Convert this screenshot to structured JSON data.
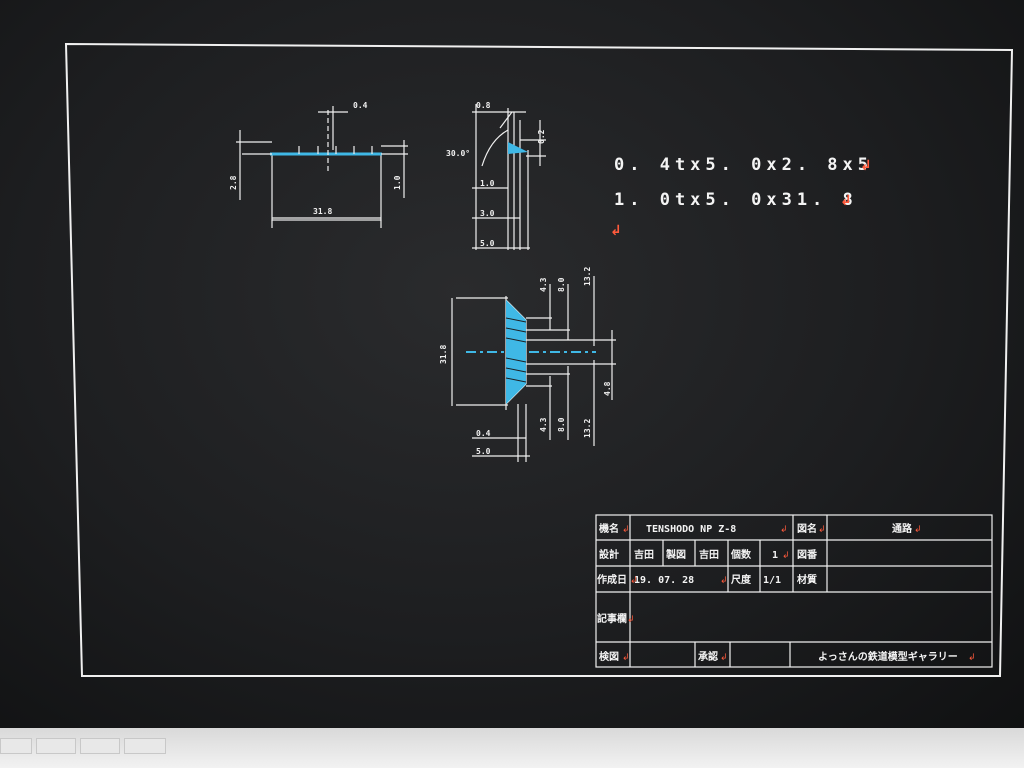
{
  "dimensions": {
    "front_top": "0.4",
    "front_left": "2.8",
    "front_right": "1.0",
    "front_bottom": "31.8",
    "side_top": "0.8",
    "side_top_right": "0.2",
    "side_angle": "30.0°",
    "side_d1": "1.0",
    "side_d2": "3.0",
    "side_d3": "5.0",
    "plan_top1": "4.3",
    "plan_top2": "8.0",
    "plan_top3": "13.2",
    "plan_left": "31.8",
    "plan_right": "4.8",
    "plan_bot1": "4.3",
    "plan_bot2": "8.0",
    "plan_bot3": "13.2",
    "plan_bl1": "0.4",
    "plan_bl2": "5.0"
  },
  "notes": {
    "line1": "0. 4tx5. 0x2. 8x5",
    "line2": "1. 0tx5. 0x31. 8",
    "return_mark": "↲"
  },
  "title_block": {
    "model_label": "機名",
    "model_value": "TENSHODO NP Z-8",
    "drawing_name_label": "図名",
    "drawing_name_value": "通路",
    "design_label": "設計",
    "design_value": "吉田",
    "draft_label": "製図",
    "draft_value": "吉田",
    "sheets_label": "個数",
    "sheets_value": "1",
    "drawing_no_label": "図番",
    "date_label": "作成日",
    "date_value": "19. 07. 28",
    "scale_label": "尺度",
    "scale_value": "1/1",
    "material_label": "材質",
    "remarks_label": "記事欄",
    "check_label": "検図",
    "approve_label": "承認",
    "gallery_value": "よっさんの鉄道模型ギャラリー"
  }
}
